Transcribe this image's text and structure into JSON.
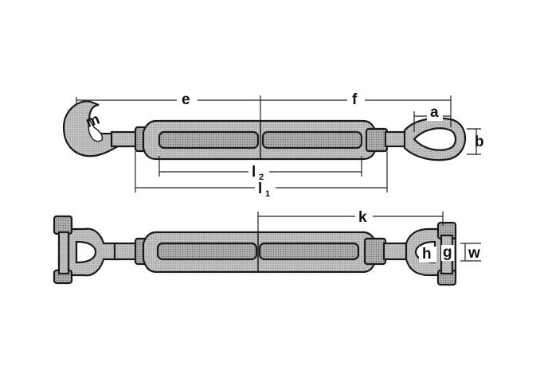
{
  "labels": {
    "e": "e",
    "f": "f",
    "a": "a",
    "b": "b",
    "m": "m",
    "l2_main": "l",
    "l2_sub": "2",
    "l1_main": "l",
    "l1_sub": "1",
    "k": "k",
    "h": "h",
    "g": "g",
    "w": "w"
  },
  "colors": {
    "metal": "#b5b5b5",
    "metal_light": "#c9c9c9",
    "metal_dark": "#8f8f8f",
    "outline": "#1a1a1a"
  }
}
